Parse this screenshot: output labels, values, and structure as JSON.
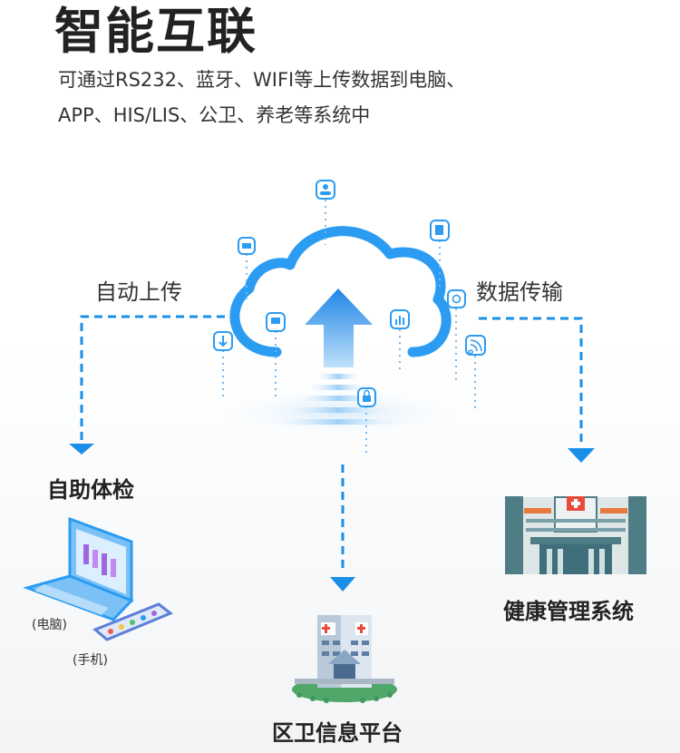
{
  "header": {
    "title": "智能互联",
    "subtitle_line1": "可通过RS232、蓝牙、WIFI等上传数据到电脑、",
    "subtitle_line2": "APP、HIS/LIS、公卫、养老等系统中"
  },
  "diagram": {
    "label_upload": "自动上传",
    "label_transfer": "数据传输",
    "node_self_check": "自助体检",
    "node_health_system": "健康管理系统",
    "node_community_platform": "区卫信息平台",
    "device_pc": "(电脑)",
    "device_phone": "(手机)"
  },
  "colors": {
    "accent_blue": "#1a8fe8",
    "cloud_blue": "#2b9cf2",
    "building_teal": "#3f6f7a"
  }
}
